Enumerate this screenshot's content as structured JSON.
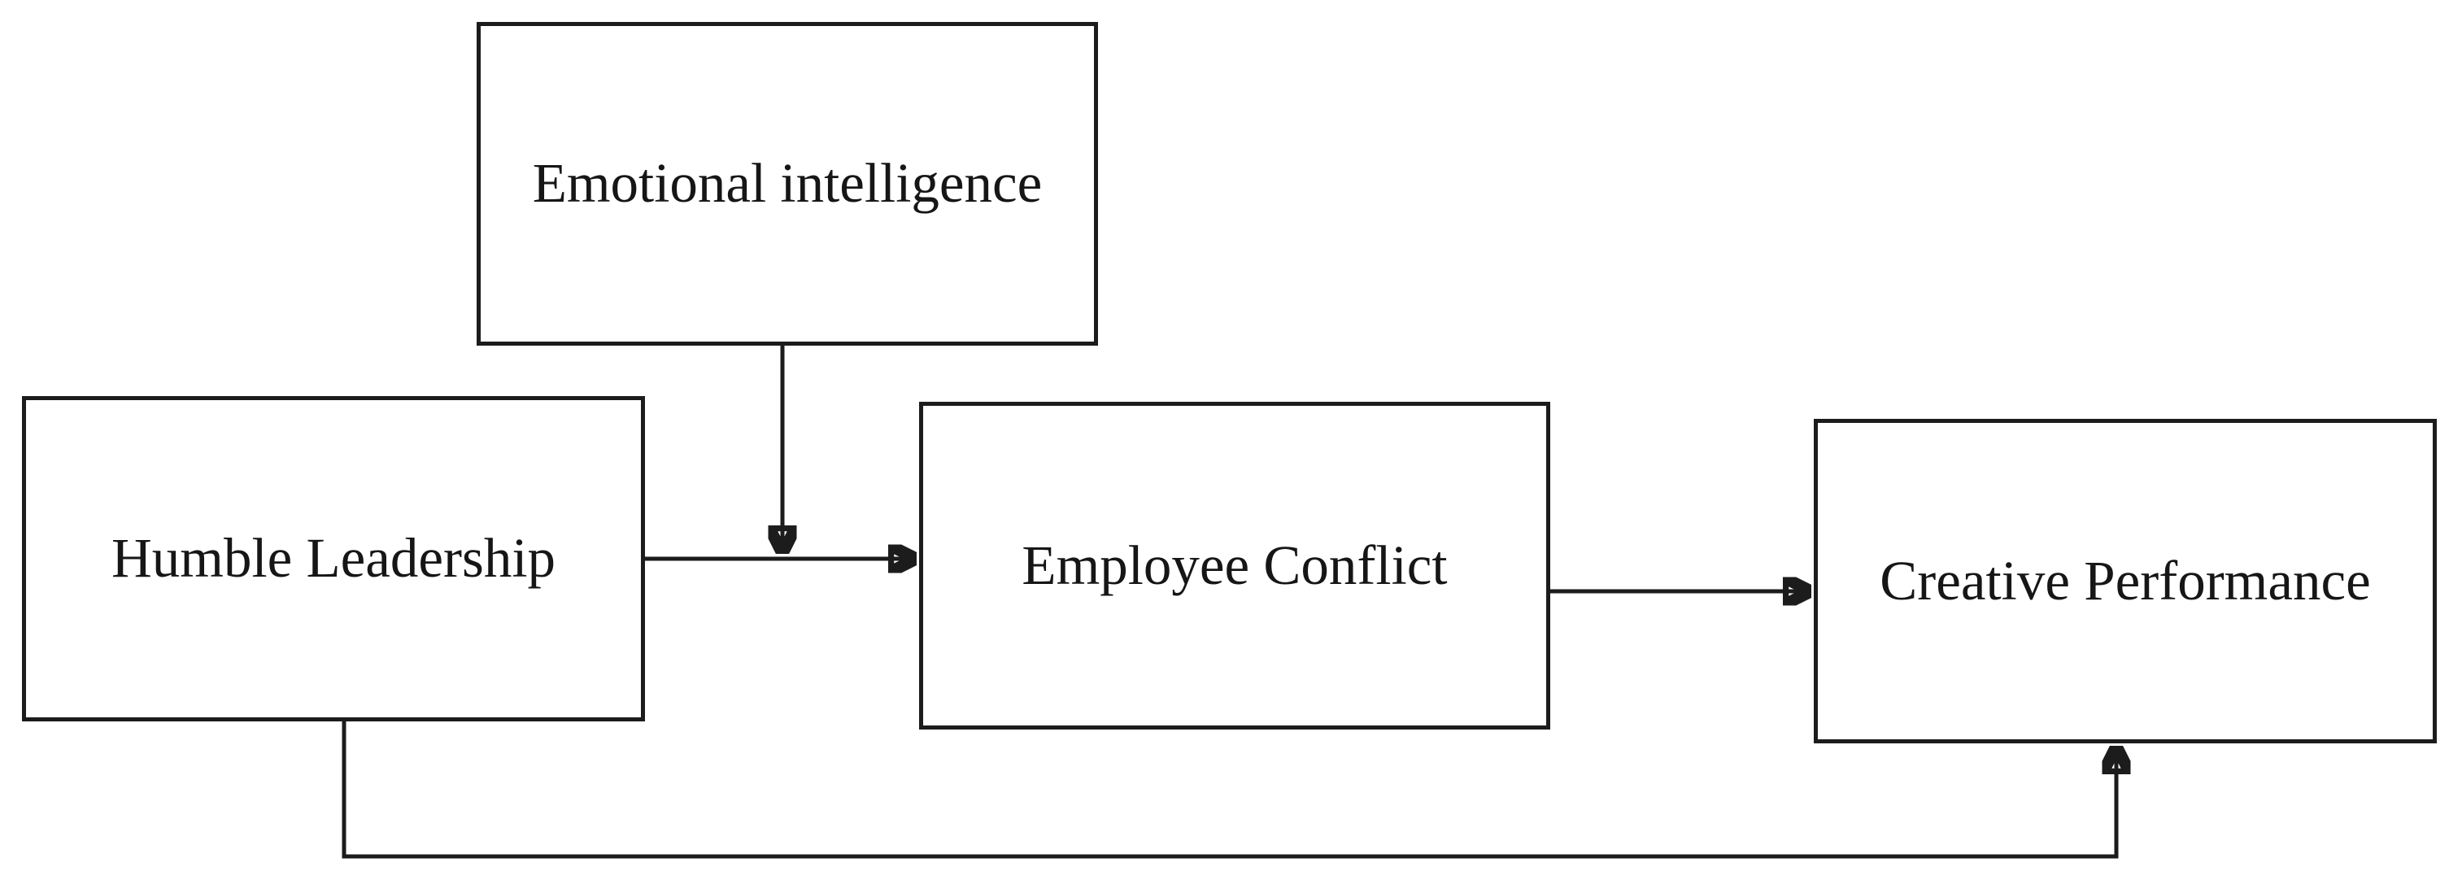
{
  "diagram": {
    "type": "conceptual-model",
    "background_color": "#ffffff",
    "line_color": "#1c1c1c",
    "nodes": [
      {
        "id": "emotional-intelligence",
        "label": "Emotional intelligence"
      },
      {
        "id": "humble-leadership",
        "label": "Humble Leadership"
      },
      {
        "id": "employee-conflict",
        "label": "Employee Conflict"
      },
      {
        "id": "creative-performance",
        "label": "Creative Performance"
      }
    ],
    "edges": [
      {
        "from": "humble-leadership",
        "to": "employee-conflict",
        "style": "straight-arrow"
      },
      {
        "from": "emotional-intelligence",
        "to": "humble-leadership-employee-conflict-arrow",
        "style": "moderation-arrow"
      },
      {
        "from": "employee-conflict",
        "to": "creative-performance",
        "style": "straight-arrow"
      },
      {
        "from": "humble-leadership",
        "to": "creative-performance",
        "style": "elbow-arrow-bottom"
      }
    ]
  }
}
